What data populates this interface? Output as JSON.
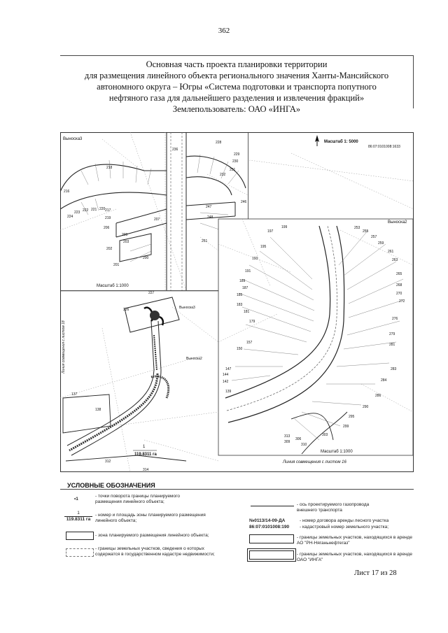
{
  "page_number": "362",
  "title": {
    "line1": "Основная часть проекта планировки территории",
    "line2": "для размещения линейного объекта регионального значения Ханты-Мансийского",
    "line3": "автономного округа – Югры «Система подготовки и транспорта попутного",
    "line4": "нефтяного газа для дальнейшего разделения и извлечения фракций»",
    "line5": "Землепользователь: ОАО «ИНГА»"
  },
  "map": {
    "inset_top_left_label": "Выноска3",
    "inset_top_right_label": "Выноска2",
    "main_scale": "Масштаб 1: 5000",
    "cadastral_number": "86:07:0101008:1633",
    "inset3_scale": "Масштаб 1:1000",
    "inset2_scale": "Масштаб 1:1000",
    "main_inset3_label": "Выноска3",
    "main_inset2_label": "Выноска2",
    "match_line_left": "Линия совмещения с листом 18",
    "match_line_right": "Линия совмещения с листом 16",
    "area_number": "1",
    "area_value": "119.8311 га",
    "point_labels": {
      "p227": "227",
      "p226": "226",
      "p137": "137",
      "p138": "138",
      "p312": "312",
      "p314": "314",
      "p236": "236",
      "p228": "228",
      "p229": "229",
      "p230": "230",
      "p231": "231",
      "p232": "232",
      "p218": "218",
      "p224": "224",
      "p223": "223",
      "p222": "222",
      "p221": "221",
      "p220": "220",
      "p219": "219",
      "p217": "217",
      "p216": "216",
      "p206": "206",
      "p209": "209",
      "p203": "203",
      "p202": "202",
      "p201": "201",
      "p200": "200",
      "p207": "207",
      "p247": "247",
      "p248": "248",
      "p249": "249",
      "p250": "250",
      "p251": "251",
      "p246": "246",
      "p197": "197",
      "p199": "199",
      "p195": "195",
      "p193": "193",
      "p191": "191",
      "p189": "189",
      "p187": "187",
      "p185": "185",
      "p183": "183",
      "p181": "181",
      "p179": "179",
      "p157": "157",
      "p150": "150",
      "p147": "147",
      "p144": "144",
      "p142": "142",
      "p139": "139",
      "p253": "253",
      "p255": "255",
      "p257": "257",
      "p259": "259",
      "p261": "261",
      "p263": "263",
      "p265": "265",
      "p268": "268",
      "p270": "270",
      "p272": "272",
      "p276": "276",
      "p279": "279",
      "p281": "281",
      "p283": "283",
      "p284": "284",
      "p286": "286",
      "p290": "290",
      "p295": "295",
      "p299": "299",
      "p303": "303",
      "p306": "306",
      "p309": "309",
      "p310": "310",
      "p313": "313"
    }
  },
  "legend": {
    "title": "УСЛОВНЫЕ ОБОЗНАЧЕНИЯ",
    "item1_symbol": "•1",
    "item1_text_a": "- точки поворота границы планируемого",
    "item1_text_b": "размещения линейного объекта;",
    "item2_symbol_top": "1",
    "item2_symbol_bottom": "119.8311 га",
    "item2_text_a": "- номер и площадь зоны планируемого размещения",
    "item2_text_b": "линейного объекта;",
    "item3_text": "- зона планируемого размещения линейного объекта;",
    "item4_text_a": "- границы земельных участков, сведения о которых",
    "item4_text_b": "содержатся в государственном кадастре недвижимости;",
    "item5_text_a": "- ось проектируемого газопровода",
    "item5_text_b": "внешнего транспорта",
    "item6_symbol": "№0113/14-09-ДА",
    "item6_text": "- номер договора аренды лесного участка",
    "item7_symbol": "86:07:0101008:190",
    "item7_text": "- кадастровый номер земельного участка;",
    "item8_text_a": "- границы земельных участков, находящихся в аренде",
    "item8_text_b": "АО \"РН-Няганьнефтегаз\"",
    "item9_text_a": "- границы земельных участков, находящихся в аренде",
    "item9_text_b": "ОАО \"ИНГА\""
  },
  "sheet_label": "Лист 17 из 28"
}
